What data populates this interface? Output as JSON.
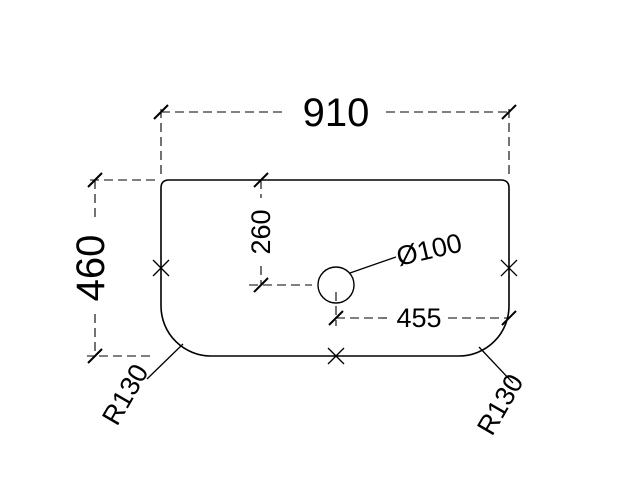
{
  "drawing": {
    "labels": {
      "width": "910",
      "height": "460",
      "hole_from_top": "260",
      "hole_offset": "455",
      "hole_diameter": "Ø100",
      "radius_left": "R130",
      "radius_right": "R130"
    },
    "colors": {
      "line": "#000000",
      "background": "#ffffff"
    }
  }
}
